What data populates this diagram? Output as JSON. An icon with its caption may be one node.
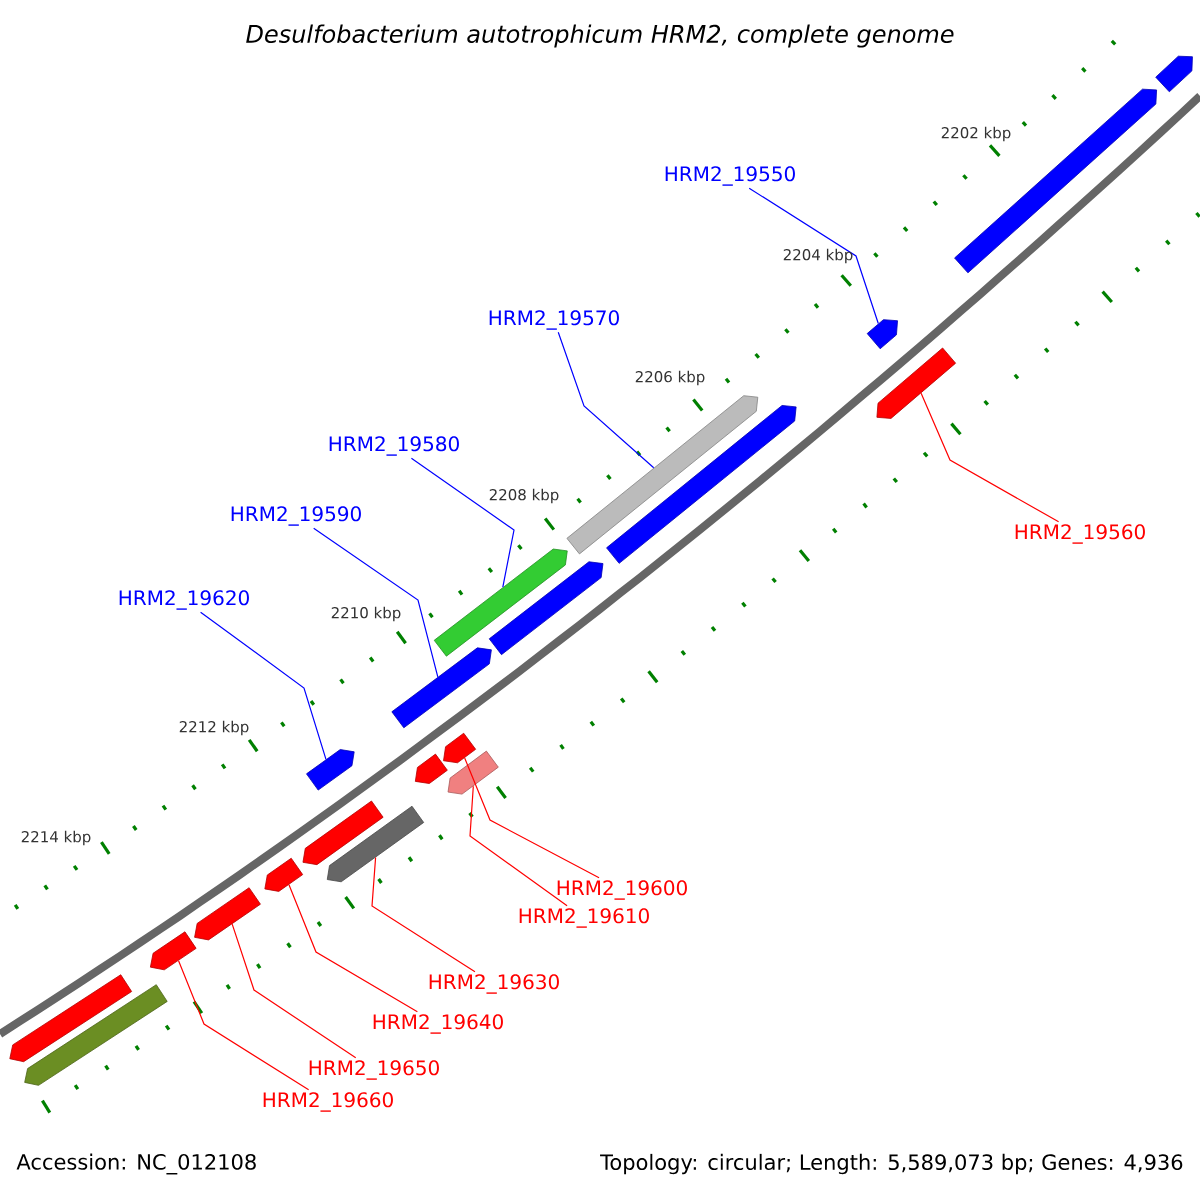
{
  "diagram": {
    "title": "Desulfobacterium autotrophicum HRM2, complete genome",
    "nodes": [
      {
        "text": [
          "HRM2_19550"
        ]
      },
      {
        "text": [
          "HRM2_19570"
        ]
      },
      {
        "text": [
          "HRM2_19580"
        ]
      },
      {
        "text": [
          "HRM2_19590"
        ]
      },
      {
        "text": [
          "HRM2_19560"
        ]
      },
      {
        "text": [
          "HRM2_19620"
        ]
      },
      {
        "text": [
          "HRM2_19600"
        ]
      },
      {
        "text": [
          "HRM2_19610"
        ]
      },
      {
        "text": [
          "HRM2_19630"
        ]
      },
      {
        "text": [
          "HRM2_19640"
        ]
      },
      {
        "text": [
          "HRM2_19650"
        ]
      },
      {
        "text": [
          "HRM2_19660"
        ]
      },
      {
        "text": [],
        "shape": "bar"
      },
      {
        "text": [],
        "shape": "bar"
      },
      {
        "text": [],
        "shape": "bar"
      },
      {
        "text": [],
        "shape": "bar"
      },
      {
        "text": [],
        "shape": "bar"
      },
      {
        "text": [],
        "shape": "bar"
      },
      {
        "text": [],
        "shape": "bar"
      },
      {
        "text": [],
        "shape": "bar"
      },
      {
        "text": [],
        "shape": "bar"
      },
      {
        "text": [],
        "shape": "bar"
      },
      {
        "text": [],
        "shape": "bar"
      },
      {
        "text": [],
        "shape": "bar"
      },
      {
        "text": [],
        "shape": "bar"
      },
      {
        "text": [],
        "shape": "bar"
      },
      {
        "text": [],
        "shape": "bar"
      },
      {
        "text": [],
        "shape": "bar"
      },
      {
        "text": [],
        "shape": "bar"
      },
      {
        "text": [],
        "shape": "bar"
      },
      {
        "text": [],
        "shape": "bar"
      },
      {
        "text": [],
        "shape": "bar"
      }
    ],
    "edges": [
      {
        "from": 0,
        "to": 29,
        "arrow": "none",
        "color": "#0000ff"
      },
      {
        "from": 1,
        "to": 26,
        "arrow": "none",
        "color": "#0000ff"
      },
      {
        "from": 2,
        "to": 24,
        "arrow": "none",
        "color": "#0000ff"
      },
      {
        "from": 3,
        "to": 21,
        "arrow": "none",
        "color": "#0000ff"
      },
      {
        "from": 4,
        "to": 28,
        "arrow": "none"
      },
      {
        "from": 5,
        "to": 19,
        "arrow": "none",
        "color": "#0000ff"
      },
      {
        "from": 6,
        "to": 23,
        "arrow": "none"
      },
      {
        "from": 7,
        "to": 22,
        "arrow": "none"
      },
      {
        "from": 8,
        "to": 18,
        "arrow": "none"
      },
      {
        "from": 9,
        "to": 16,
        "arrow": "none"
      },
      {
        "from": 10,
        "to": 15,
        "arrow": "none"
      },
      {
        "from": 11,
        "to": 14,
        "arrow": "none"
      }
    ],
    "labels": [
      "2202 kbp",
      "2204 kbp",
      "2206 kbp",
      "2208 kbp",
      "2210 kbp",
      "2212 kbp",
      "2214 kbp",
      "Accession: NC_012108",
      "Topology: circular; Length: 5,589,073 bp; Genes: 4,936"
    ]
  }
}
